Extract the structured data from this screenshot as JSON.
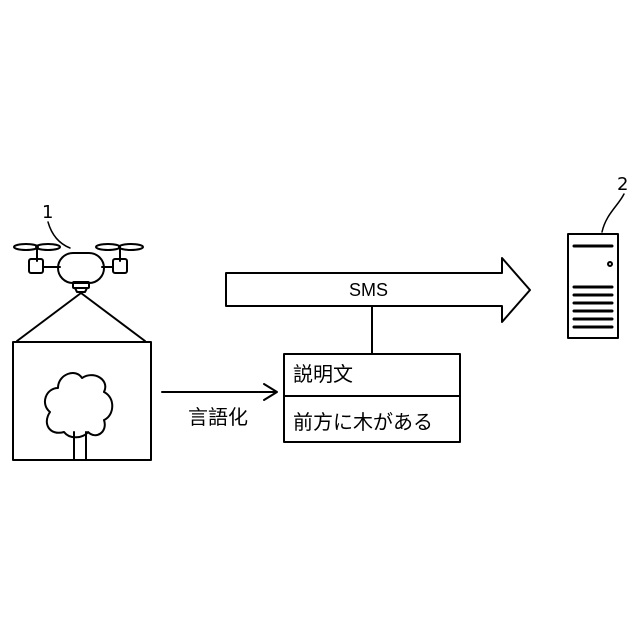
{
  "labels": {
    "drone_number": "1",
    "server_number": "2",
    "sms": "SMS",
    "verbalize": "言語化"
  },
  "description_box": {
    "title": "説明文",
    "body": "前方に木がある"
  },
  "icons": {
    "drone": "drone-icon",
    "camera_view": "camera-view-frame",
    "tree": "tree-icon",
    "server": "server-icon"
  },
  "colors": {
    "stroke": "#000000",
    "background": "#ffffff"
  }
}
